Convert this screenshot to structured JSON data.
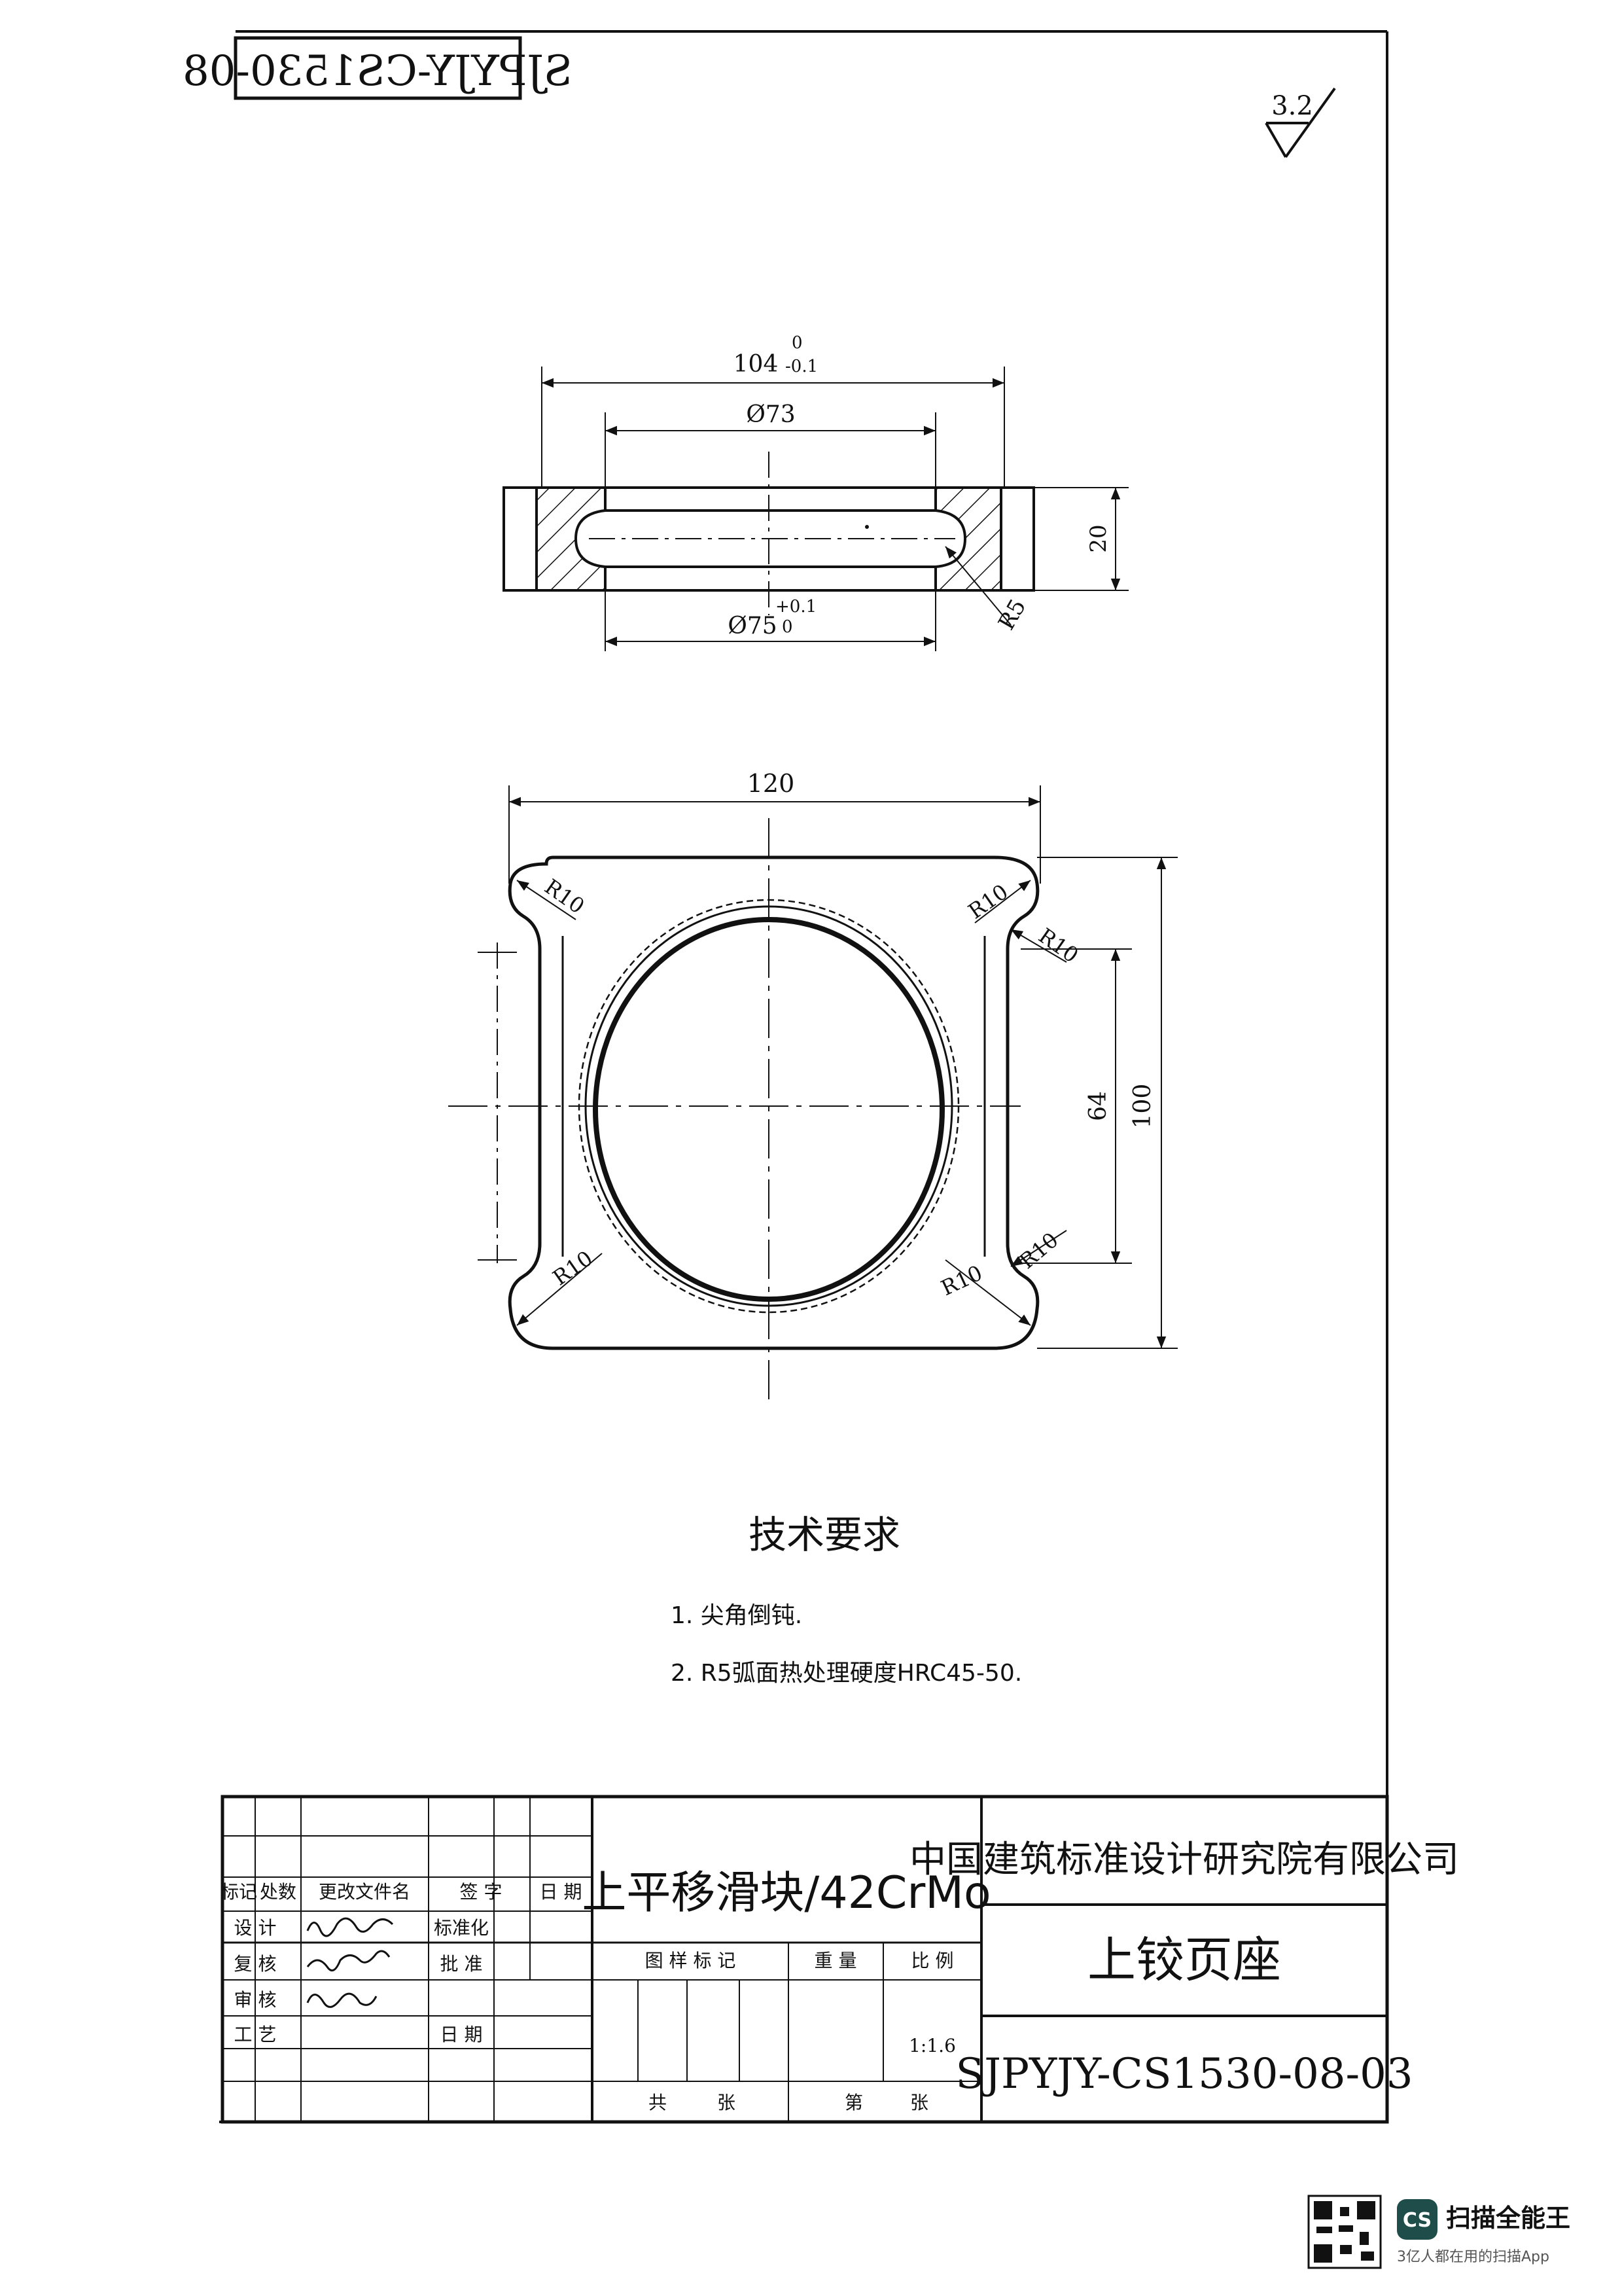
{
  "stamp_code": "SJPYJY-CS1530-08",
  "roughness": "3.2",
  "section_view": {
    "dim_top": "104",
    "dim_top_upper": "0",
    "dim_top_lower": "-0.1",
    "dim_inner": "Ø73",
    "dim_bottom": "Ø75",
    "dim_bottom_upper": "+0.1",
    "dim_bottom_lower": "0",
    "dim_height": "20",
    "radius": "R5"
  },
  "plan_view": {
    "width": "120",
    "height": "100",
    "slot": "64",
    "r_top_left": "R10",
    "r_top_right": "R10",
    "r_right_upper": "R10",
    "r_right_lower": "R10",
    "r_bottom_right": "R10",
    "r_bottom_left": "R10"
  },
  "requirements": {
    "title": "技术要求",
    "items": [
      "1. 尖角倒钝.",
      "2. R5弧面热处理硬度HRC45-50."
    ]
  },
  "title_block": {
    "part_name": "上平移滑块/42CrMo",
    "company": "中国建筑标准设计研究院有限公司",
    "assembly": "上铰页座",
    "drawing_no": "SJPYJY-CS1530-08-03",
    "scale": "1:1.6",
    "header_cells": [
      "标记",
      "处数",
      "更改文件名",
      "签 字",
      "日 期"
    ],
    "role_design": "设 计",
    "role_check": "复 核",
    "role_review": "审 核",
    "role_process": "工 艺",
    "standardize": "标准化",
    "approve": "批 准",
    "date": "日 期",
    "pattern_mark": "图 样 标 记",
    "weight": "重 量",
    "ratio": "比 例",
    "total": "共",
    "sheets": "张",
    "number": "第",
    "sheet2": "张"
  },
  "footer": {
    "app_logo": "CS",
    "app_name": "扫描全能王",
    "app_tagline": "3亿人都在用的扫描App"
  }
}
